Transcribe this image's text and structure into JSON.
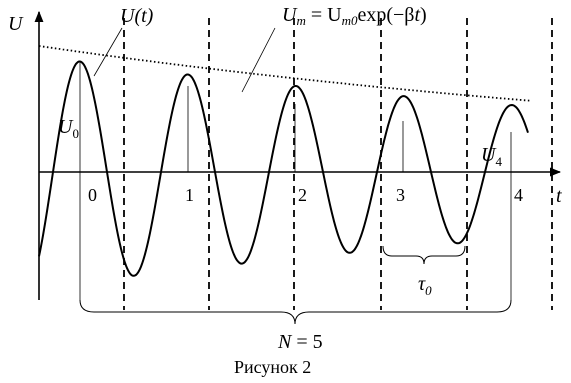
{
  "labels": {
    "y_axis": "U",
    "x_axis": "t",
    "signal": "U(t)",
    "envelope": "U",
    "envelope_sub": "m",
    "envelope_eq": " = U",
    "envelope_sub2": "m0",
    "envelope_exp": "exp(−β",
    "envelope_t": "t",
    "envelope_close": ")",
    "u0": "U",
    "u0_sub": "0",
    "u4": "U",
    "u4_sub": "4",
    "tau": "τ",
    "tau_sub": "0",
    "n_label": "N",
    "n_value": " = 5",
    "caption": "Рисунок 2"
  },
  "peak_indices": [
    "0",
    "1",
    "2",
    "3",
    "4"
  ],
  "colors": {
    "ink": "#000000",
    "background": "#ffffff"
  }
}
